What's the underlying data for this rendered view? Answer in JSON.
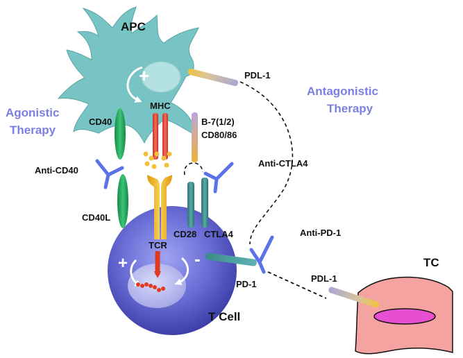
{
  "colors": {
    "apc": "#78c3c3",
    "t_cell": "#6b6fd6",
    "tumor_cell": "#f5a3a0",
    "tumor_nucleus": "#e64fd2",
    "therapy_text": "#7b80e0",
    "antibody": "#5c72e8",
    "cd40": "#1fa85a",
    "mhc": "#e04a3a",
    "tcr": "#f2b62a",
    "b7": "#d9a24e",
    "cd28_ctla4": "#3c8a8a",
    "pdl1": "#a9a6d6",
    "signal_arrow": "#e03a1e"
  },
  "labels": {
    "apc": "APC",
    "pdl1_top": "PDL-1",
    "mhc": "MHC",
    "cd40": "CD40",
    "b7": "B-7(1/2)",
    "cd80_86": "CD80/86",
    "agonistic_line1": "Agonistic",
    "agonistic_line2": "Therapy",
    "antagonistic_line1": "Antagonistic",
    "antagonistic_line2": "Therapy",
    "anti_cd40": "Anti-CD40",
    "anti_ctla4": "Anti-CTLA4",
    "cd40l": "CD40L",
    "cd28": "CD28",
    "ctla4": "CTLA4",
    "tcr": "TCR",
    "anti_pd1": "Anti-PD-1",
    "pd1": "PD-1",
    "pdl1_tc": "PDL-1",
    "tc": "TC",
    "t_cell": "T Cell",
    "plus_top": "+",
    "plus_left": "+",
    "minus_right": "-"
  }
}
